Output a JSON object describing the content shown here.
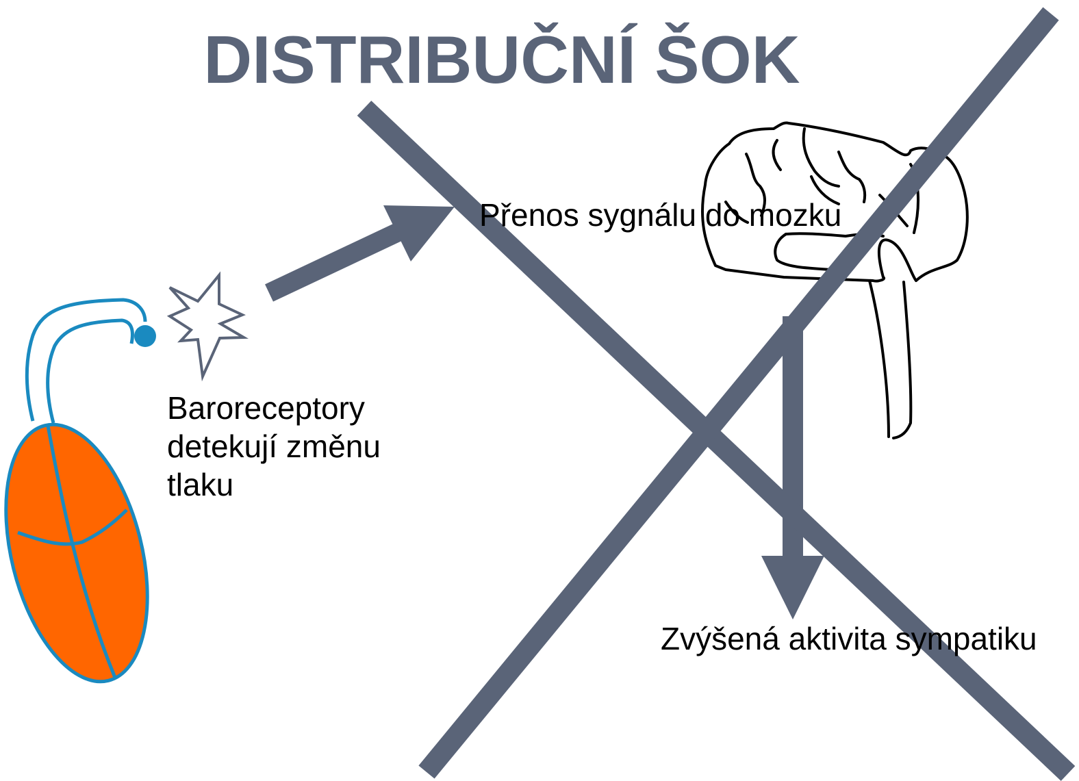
{
  "title": "DISTRIBUČNÍ ŠOK",
  "labels": {
    "baroreceptors_lines": [
      "Baroreceptory",
      "detekují změnu",
      "tlaku"
    ],
    "signal_transfer": "Přenos sygnálu do mozku",
    "sympathetic": "Zvýšená aktivita sympatiku"
  },
  "icons": [
    "heart-icon",
    "starburst-icon",
    "brain-icon"
  ],
  "colors": {
    "title": "#5a6478",
    "arrow": "#5a6478",
    "cross": "#5a6478",
    "heart_fill": "#ff6600",
    "vessel": "#1a8ac0",
    "text": "#000000"
  }
}
